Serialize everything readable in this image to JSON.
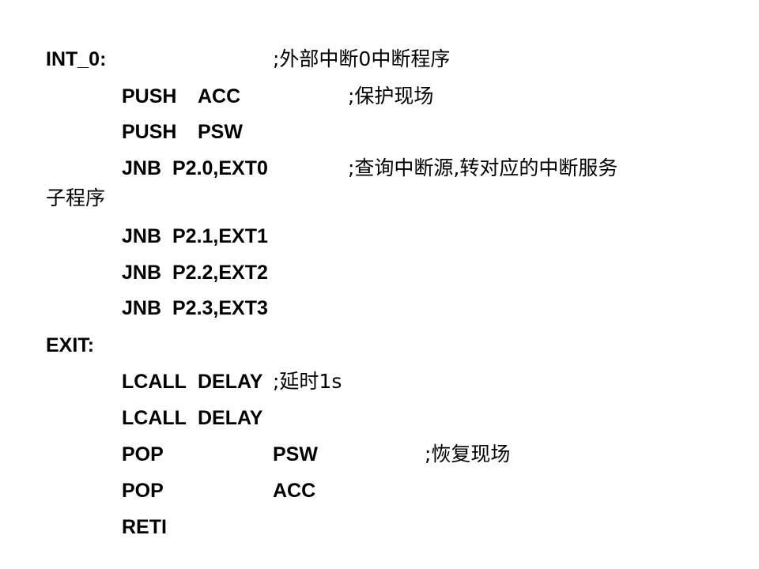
{
  "lines": [
    {
      "label": "INT_0:",
      "comment": ";外部中断0中断程序"
    },
    {
      "op": "PUSH",
      "arg": "ACC",
      "comment": ";保护现场"
    },
    {
      "op": "PUSH",
      "arg": "PSW"
    },
    {
      "op": "JNB",
      "arg": "P2.0,EXT0",
      "comment": ";查询中断源,转对应的中断服务",
      "comment_cont": "子程序"
    },
    {
      "op": "JNB",
      "arg": "P2.1,EXT1"
    },
    {
      "op": "JNB",
      "arg": "P2.2,EXT2"
    },
    {
      "op": "JNB",
      "arg": "P2.3,EXT3"
    },
    {
      "label": "EXIT:"
    },
    {
      "op": "LCALL",
      "arg": "DELAY",
      "comment": ";延时1s"
    },
    {
      "op": "LCALL",
      "arg": "DELAY"
    },
    {
      "op": "POP",
      "arg": "PSW",
      "comment": ";恢复现场"
    },
    {
      "op": "POP",
      "arg": "ACC"
    },
    {
      "op": "RETI"
    }
  ]
}
